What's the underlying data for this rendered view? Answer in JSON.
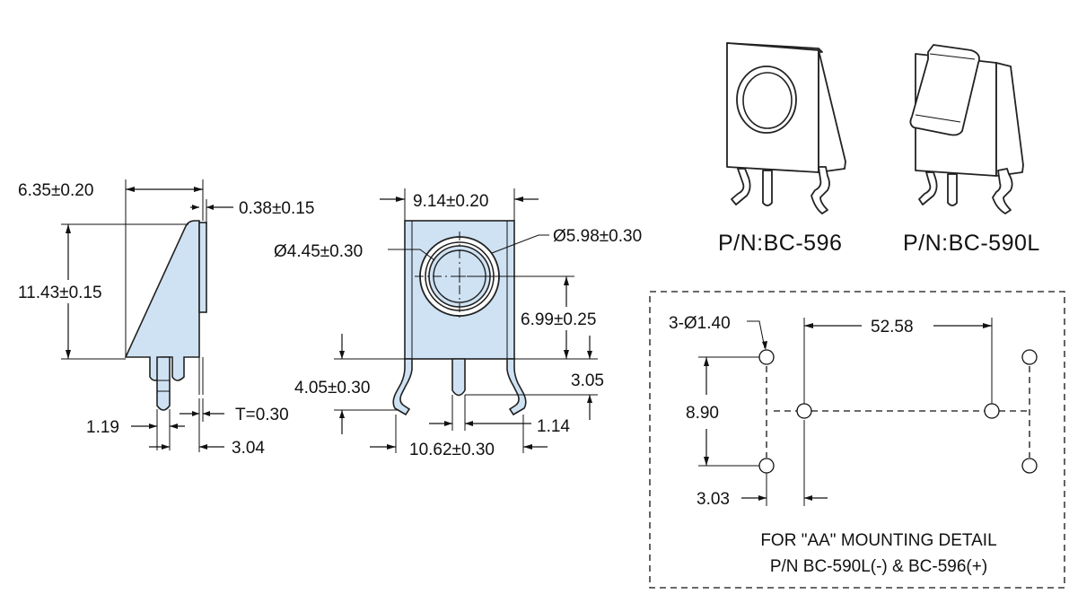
{
  "side_view": {
    "depth": "6.35±0.20",
    "plate_thickness_top": "0.38±0.15",
    "height": "11.43±0.15",
    "tab_width": "1.19",
    "thickness": "T=0.30",
    "tab_spacing": "3.04"
  },
  "front_view": {
    "width": "9.14±0.20",
    "inner_diameter": "Ø4.45±0.30",
    "outer_diameter": "Ø5.98±0.30",
    "center_height": "6.99±0.25",
    "leg_height": "4.05±0.30",
    "tab_length": "3.05",
    "tab_offset": "1.14",
    "leg_span": "10.62±0.30"
  },
  "iso_views": {
    "left_part": "P/N:BC-596",
    "right_part": "P/N:BC-590L"
  },
  "mounting_detail": {
    "holes": "3-Ø1.40",
    "pitch": "52.58",
    "vertical": "8.90",
    "offset": "3.03",
    "note_line1": "FOR \"AA\" MOUNTING DETAIL",
    "note_line2": "P/N BC-590L(-) & BC-596(+)"
  }
}
